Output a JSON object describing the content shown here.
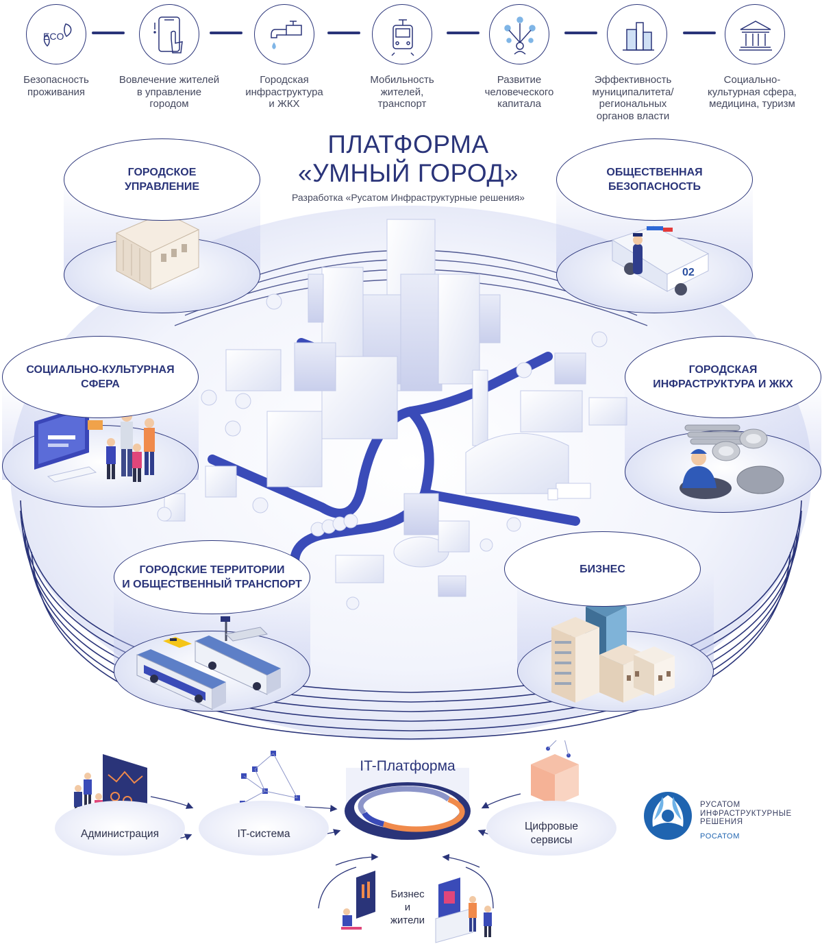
{
  "top_row": [
    {
      "label": "Безопасность\nпроживания",
      "icon": "eco-leaf-icon"
    },
    {
      "label": "Вовлечение жителей\nв управление\nгородом",
      "icon": "smartphone-touch-icon"
    },
    {
      "label": "Городская\nинфраструктура\nи ЖКХ",
      "icon": "water-tap-icon"
    },
    {
      "label": "Мобильность\nжителей,\nтранспорт",
      "icon": "tram-icon"
    },
    {
      "label": "Развитие\nчеловеческого\nкапитала",
      "icon": "people-network-icon"
    },
    {
      "label": "Эффективность\nмуниципалитета/\nрегиональных\nорганов власти",
      "icon": "city-buildings-icon"
    },
    {
      "label": "Социально-\nкультурная сфера,\nмедицина, туризм",
      "icon": "museum-icon"
    }
  ],
  "title": "ПЛАТФОРМА\n«УМНЫЙ ГОРОД»",
  "subtitle": "Разработка «Русатом Инфраструктурные решения»",
  "categories": {
    "city_management": "ГОРОДСКОЕ\nУПРАВЛЕНИЕ",
    "public_safety": "ОБЩЕСТВЕННАЯ\nБЕЗОПАСНОСТЬ",
    "social_culture": "СОЦИАЛЬНО-КУЛЬТУРНАЯ\nСФЕРА",
    "infrastructure": "ГОРОДСКАЯ\nИНФРАСТРУКТУРА И ЖКХ",
    "territories_transport": "ГОРОДСКИЕ ТЕРРИТОРИИ\nИ ОБЩЕСТВЕННЫЙ ТРАНСПОРТ",
    "business": "БИЗНЕС"
  },
  "police_car_number": "02",
  "bottom": {
    "it_platform": "IT-Платформа",
    "administration": "Администрация",
    "it_system": "IT-система",
    "digital_services": "Цифровые\nсервисы",
    "business_residents": "Бизнес\nи\nжители"
  },
  "logo": {
    "name": "РУСАТОМ\nИНФРАСТРУКТУРНЫЕ\nРЕШЕНИЯ",
    "sub": "РОСАТОМ"
  },
  "colors": {
    "navy": "#2a3479",
    "accent_orange": "#f08a4b",
    "accent_blue": "#3a4bb8"
  }
}
